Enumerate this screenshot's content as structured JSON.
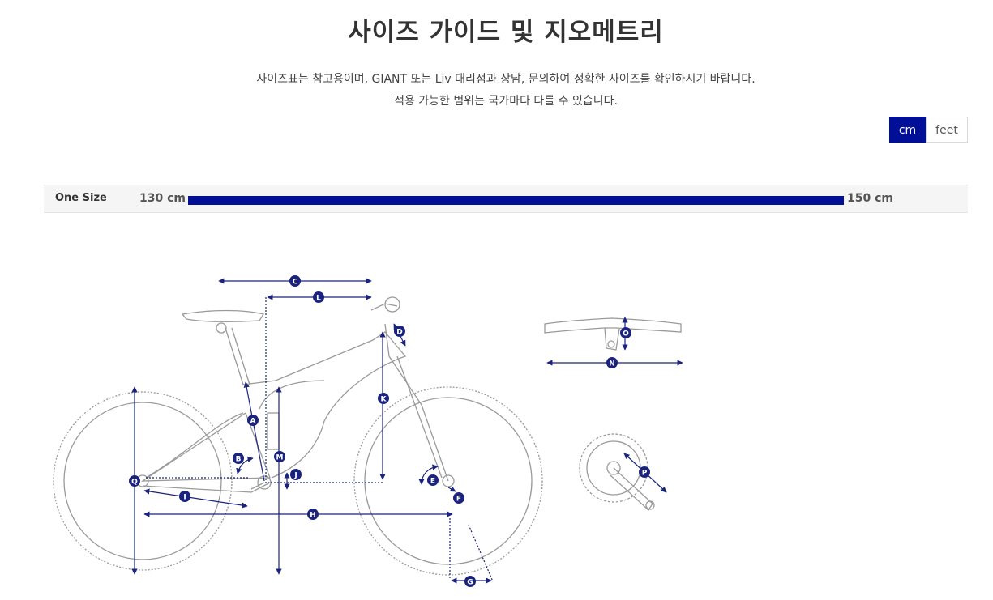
{
  "header": {
    "title": "사이즈 가이드 및 지오메트리",
    "description_line1": "사이즈표는 참고용이며, GIANT 또는 Liv 대리점과 상담, 문의하여 정확한 사이즈를 확인하시기 바랍니다.",
    "description_line2": "적용 가능한 범위는 국가마다 다를 수 있습니다."
  },
  "unit_toggle": {
    "options": [
      "cm",
      "feet"
    ],
    "selected": "cm",
    "active_color": "#000f96"
  },
  "size_chart": {
    "rows": [
      {
        "size": "One Size",
        "min": "130 cm",
        "max": "150 cm"
      }
    ],
    "bar_color": "#000f96"
  },
  "geometry_diagram": {
    "accent_color": "#1a237e",
    "labels": [
      "A",
      "B",
      "C",
      "D",
      "E",
      "F",
      "G",
      "H",
      "I",
      "J",
      "K",
      "L",
      "M",
      "N",
      "O",
      "P",
      "Q"
    ]
  }
}
